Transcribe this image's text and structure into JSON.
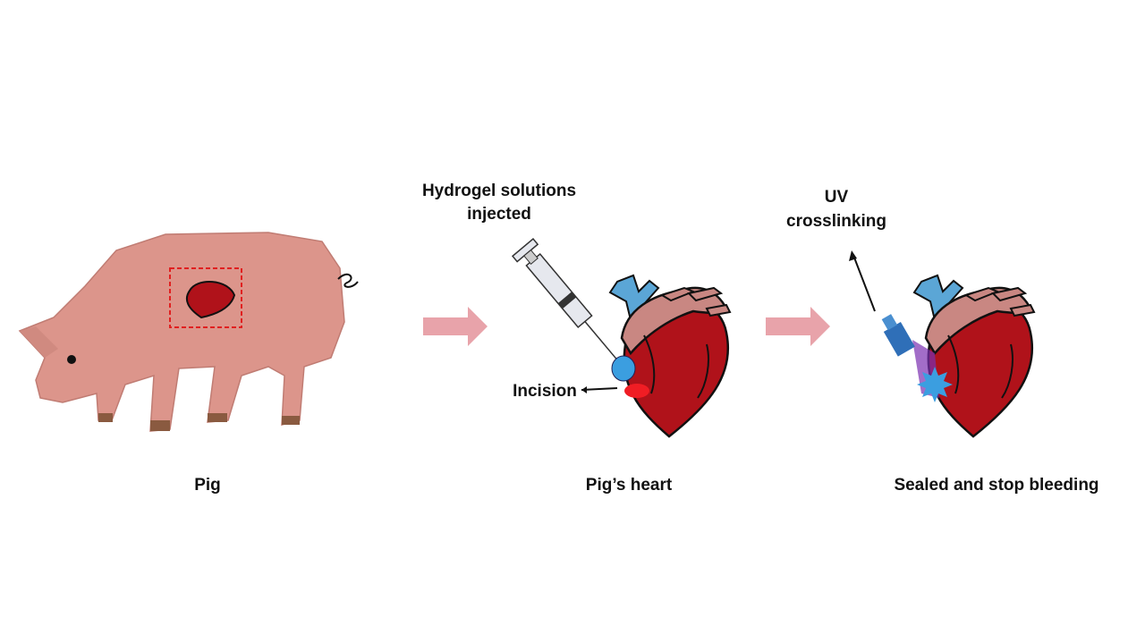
{
  "panels": [
    {
      "caption": "Pig"
    },
    {
      "caption": "Pig’s heart",
      "annotation_lines": [
        "Hydrogel solutions",
        "injected"
      ],
      "incision_label": "Incision"
    },
    {
      "caption": "Sealed and stop bleeding",
      "annotation_lines": [
        "UV",
        "crosslinking"
      ]
    }
  ],
  "colors": {
    "pig_body": "#dc958b",
    "heart_red": "#b0121a",
    "heart_top": "#c98782",
    "vessel_blue": "#5ba6d6",
    "arrow_pink": "#e8a3aa",
    "hydrogel_blue": "#3b9ee0",
    "incision_red": "#f01d24",
    "uv_purple": "#7a2fb0"
  }
}
